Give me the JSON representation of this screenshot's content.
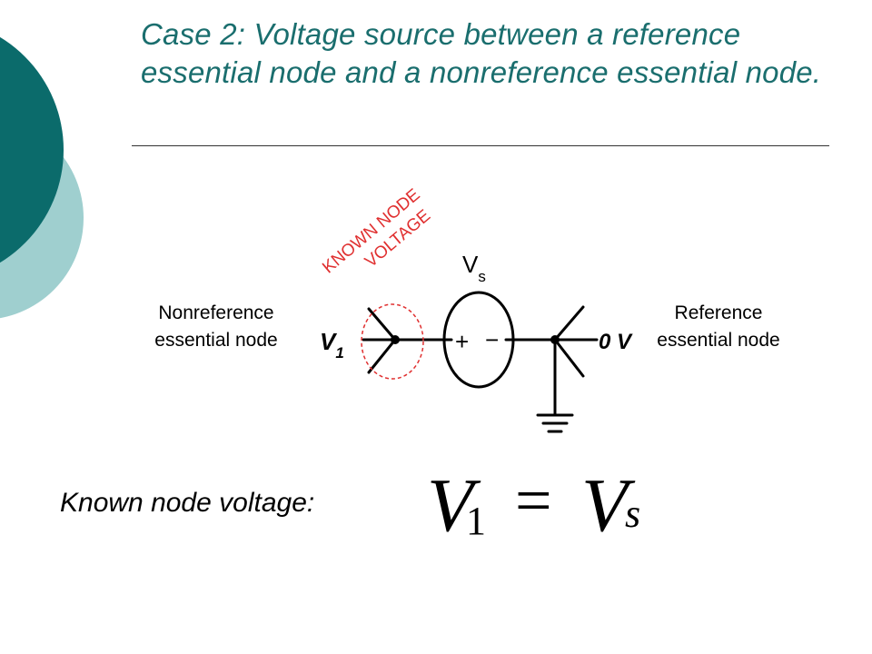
{
  "title": "Case 2: Voltage source between a reference essential node and a nonreference essential node.",
  "diagram": {
    "annotation_line1": "KNOWN NODE",
    "annotation_line2": "VOLTAGE",
    "source_label_main": "V",
    "source_label_sub": "s",
    "plus": "+",
    "minus": "−",
    "left_node_label": "V",
    "left_node_sub": "1",
    "right_node_label": "0 V",
    "left_caption_line1": "Nonreference",
    "left_caption_line2": "essential node",
    "right_caption_line1": "Reference",
    "right_caption_line2": "essential node"
  },
  "equation": {
    "label": "Known node voltage:",
    "lhs": "V",
    "lhs_sub": "1",
    "eq": "=",
    "rhs": "V",
    "rhs_sub": "s"
  },
  "colors": {
    "title": "#1a6e6e",
    "decor_dark": "#0b6b6b",
    "decor_light": "#9fcfcf",
    "annotation": "#e03030"
  }
}
